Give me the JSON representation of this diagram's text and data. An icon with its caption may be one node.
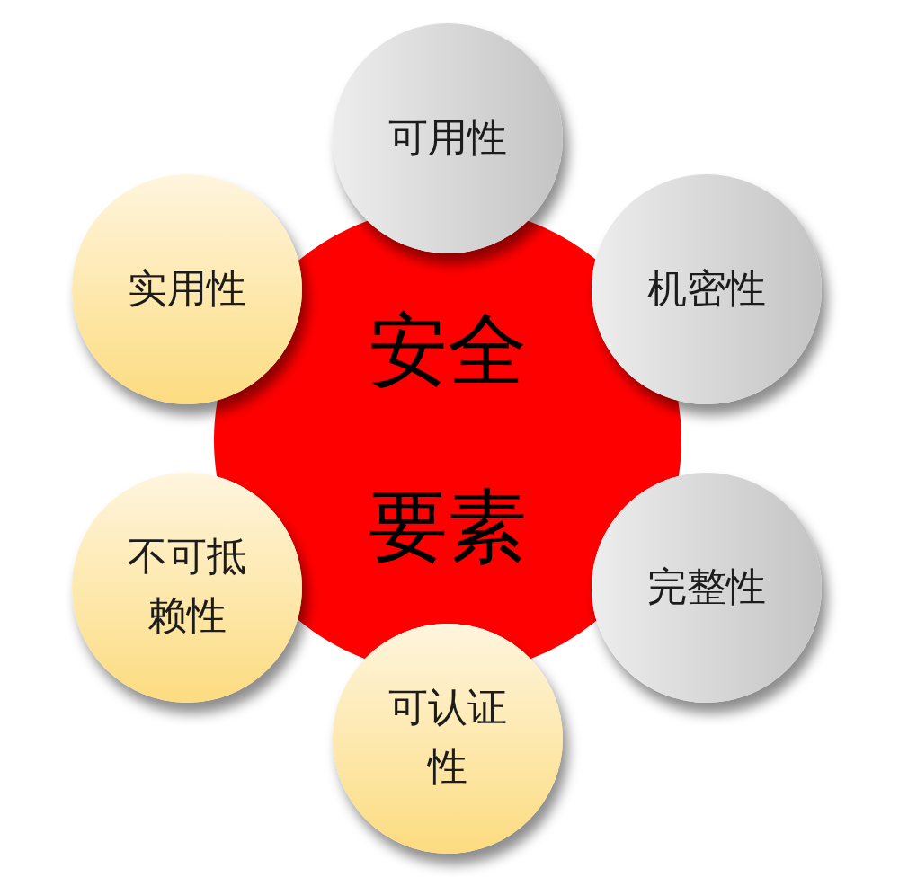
{
  "diagram": {
    "nodes": [
      {
        "text": [
          "安全要素"
        ]
      },
      {
        "text": [
          "可用性"
        ]
      },
      {
        "text": [
          "机密性"
        ]
      },
      {
        "text": [
          "完整性"
        ]
      },
      {
        "text": [
          "可认证性"
        ]
      },
      {
        "text": [
          "不可抵赖性"
        ]
      },
      {
        "text": [
          "实用性"
        ]
      }
    ]
  }
}
